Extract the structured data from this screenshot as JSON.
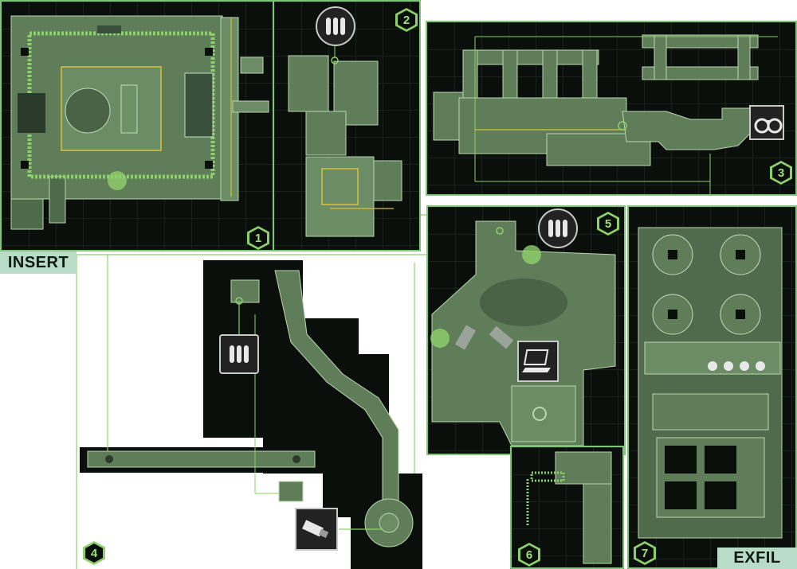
{
  "labels": {
    "insert": "INSERT",
    "exfil": "EXFIL"
  },
  "zones": [
    {
      "number": "1"
    },
    {
      "number": "2"
    },
    {
      "number": "3"
    },
    {
      "number": "4"
    },
    {
      "number": "5"
    },
    {
      "number": "6"
    },
    {
      "number": "7"
    }
  ],
  "icons": {
    "zone2": "ammo-icon",
    "zone3": "handcuffs-icon",
    "zone4_ammo": "ammo-icon",
    "zone4_usb": "usb-drive-icon",
    "zone5_ammo": "ammo-icon",
    "zone5_laptop": "laptop-icon"
  },
  "colors": {
    "accent": "#8ed16a",
    "floor": "#5e7d58",
    "background": "#0b0f0c",
    "label_bg": "#b8dcc7",
    "path_yellow": "#d7c23b"
  }
}
